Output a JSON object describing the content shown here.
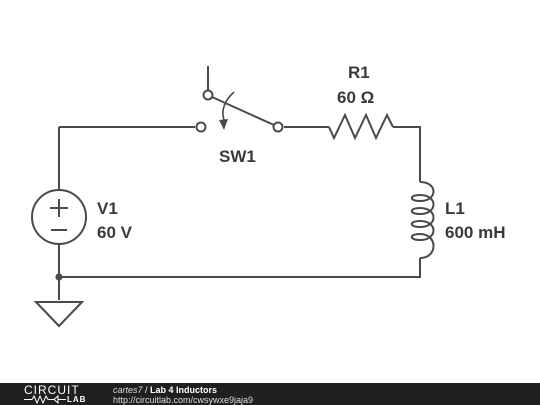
{
  "components": {
    "switch": {
      "name": "SW1"
    },
    "resistor": {
      "name": "R1",
      "value": "60 Ω"
    },
    "source": {
      "name": "V1",
      "value": "60 V"
    },
    "inductor": {
      "name": "L1",
      "value": "600 mH"
    }
  },
  "footer": {
    "logo_top": "CIRCUIT",
    "logo_bottom": "LAB",
    "author": "cartes7",
    "separator": " / ",
    "title": "Lab 4 Inductors",
    "url": "http://circuitlab.com/cwsywxe9jaja9"
  }
}
